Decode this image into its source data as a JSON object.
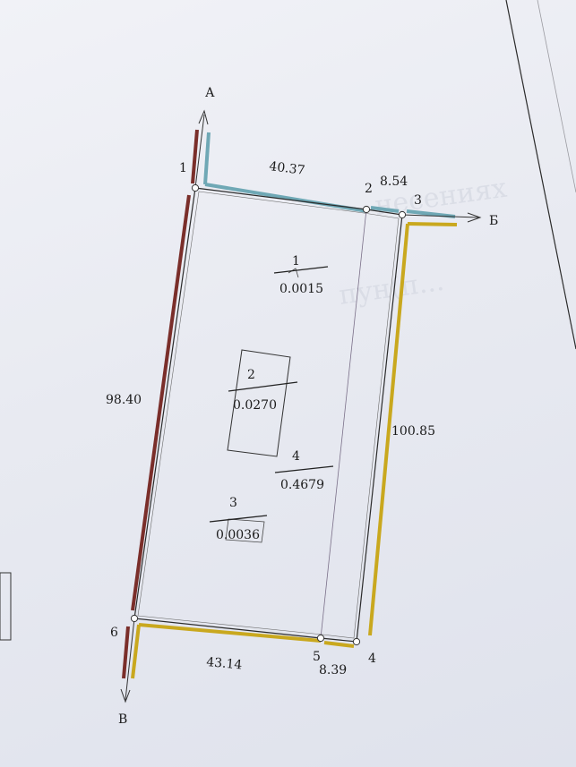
{
  "plan": {
    "direction_labels": {
      "north": "А",
      "east": "Б",
      "south": "В"
    },
    "vertices": [
      {
        "id": "1",
        "label": "1"
      },
      {
        "id": "2",
        "label": "2"
      },
      {
        "id": "3",
        "label": "3"
      },
      {
        "id": "4",
        "label": "4"
      },
      {
        "id": "5",
        "label": "5"
      },
      {
        "id": "6",
        "label": "6"
      }
    ],
    "side_lengths": {
      "s1_2": "40.37",
      "s2_3": "8.54",
      "s3_4": "100.85",
      "s4_5": "8.39",
      "s5_6": "43.14",
      "s6_1": "98.40"
    },
    "parcels": [
      {
        "number": "1",
        "area": "0.0015"
      },
      {
        "number": "2",
        "area": "0.0270"
      },
      {
        "number": "3",
        "area": "0.0036"
      },
      {
        "number": "4",
        "area": "0.4679"
      }
    ],
    "neighbor_colors": {
      "north_A_B": "#6fa8b5",
      "east_south_B_V": "#c9a81e",
      "west_V_A": "#7a2e2a"
    }
  }
}
